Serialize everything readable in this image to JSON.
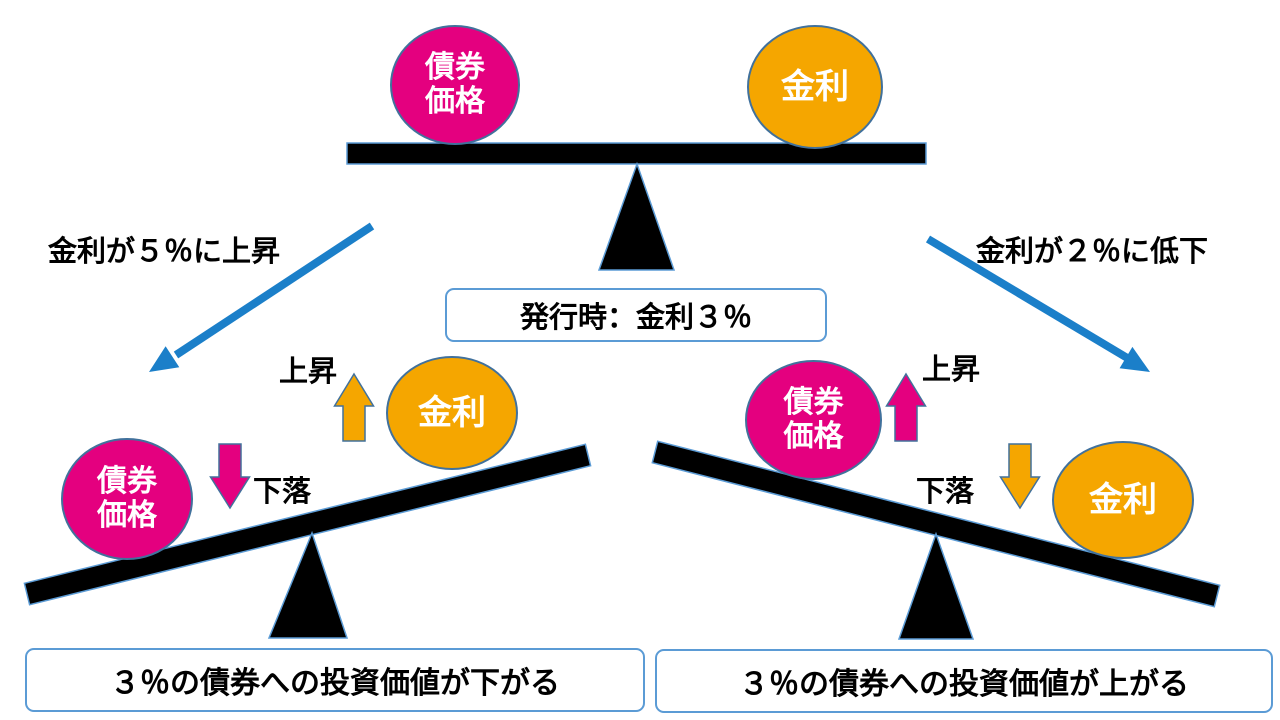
{
  "colors": {
    "pink": "#E4007F",
    "orange": "#F5A600",
    "arrow-blue": "#1B7FC9",
    "box-border": "#5B9BD5",
    "shape-outline": "#41719C"
  },
  "top": {
    "bond_circle": "債券\n価格",
    "rate_circle": "金利",
    "issue_box": "発行時：金利３％",
    "left_annotation": "金利が５％に上昇",
    "right_annotation": "金利が２％に低下"
  },
  "rate_up_scene": {
    "bond_circle": "債券\n価格",
    "rate_circle": "金利",
    "rise_label": "上昇",
    "fall_label": "下落",
    "result_box": "３％の債券への投資価値が下がる"
  },
  "rate_down_scene": {
    "bond_circle": "債券\n価格",
    "rate_circle": "金利",
    "rise_label": "上昇",
    "fall_label": "下落",
    "result_box": "３％の債券への投資価値が上がる"
  }
}
